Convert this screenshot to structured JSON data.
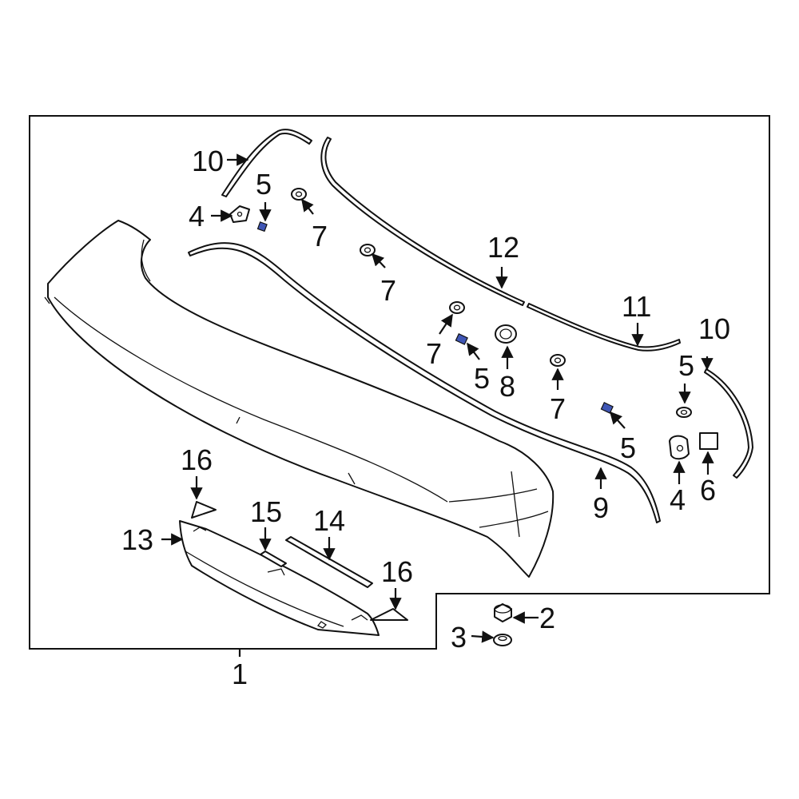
{
  "diagram": {
    "callouts": {
      "c1": "1",
      "c2": "2",
      "c3": "3",
      "c4a": "4",
      "c4b": "4",
      "c5a": "5",
      "c5b": "5",
      "c5c": "5",
      "c5d": "5",
      "c6": "6",
      "c7a": "7",
      "c7b": "7",
      "c7c": "7",
      "c7d": "7",
      "c8": "8",
      "c9": "9",
      "c10a": "10",
      "c10b": "10",
      "c11": "11",
      "c12": "12",
      "c13": "13",
      "c14": "14",
      "c15": "15",
      "c16a": "16",
      "c16b": "16"
    },
    "colors": {
      "line": "#111111",
      "clip": "#3f56b5",
      "background": "#ffffff"
    }
  }
}
